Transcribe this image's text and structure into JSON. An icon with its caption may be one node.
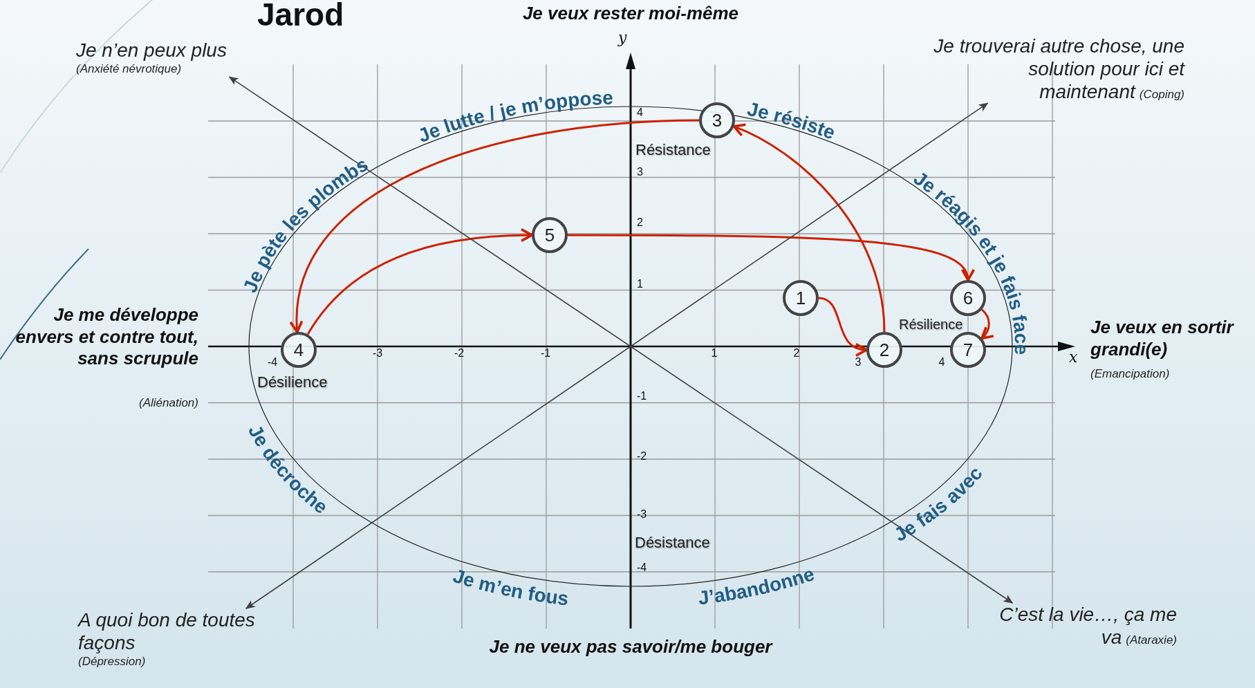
{
  "diagram": {
    "title": "Jarod",
    "nodes": [
      {
        "text": [
          "Je n’en peux plus",
          "(Anxiété névrotique)"
        ]
      },
      {
        "text": [
          "Je trouverai autre chose, une solution pour ici et maintenant",
          "(Coping)"
        ]
      },
      {
        "text": [
          "3"
        ]
      },
      {
        "text": [
          "5"
        ]
      },
      {
        "text": [
          "1"
        ]
      },
      {
        "text": [
          "6"
        ]
      },
      {
        "text": [
          "4"
        ]
      },
      {
        "text": [
          "2"
        ]
      },
      {
        "text": [
          "7"
        ]
      },
      {
        "text": [
          "A quoi bon de toutes façons",
          "(Dépression)"
        ]
      },
      {
        "text": [
          "C’est la vie…, ça me va",
          "(Ataraxie)"
        ]
      }
    ],
    "edges": [
      {
        "from": 4,
        "to": 7,
        "arrow": "to"
      },
      {
        "from": 7,
        "to": 2,
        "arrow": "to"
      },
      {
        "from": 2,
        "to": 6,
        "arrow": "to"
      },
      {
        "from": 6,
        "to": 3,
        "arrow": "to"
      },
      {
        "from": 3,
        "to": 5,
        "arrow": "to"
      },
      {
        "from": 5,
        "to": 8,
        "arrow": "to"
      },
      {
        "from": 0,
        "to": 10,
        "arrow": "both",
        "color": "#404040"
      },
      {
        "from": 1,
        "to": 9,
        "arrow": "both",
        "color": "#404040"
      }
    ],
    "labels": [
      "Je veux rester moi-même",
      "y",
      "Je pète les plombs",
      "Je lutte / je m’oppose",
      "Je résiste",
      "Résistance",
      "Je réagis et je fais face",
      "Je me développe envers et contre tout, sans scrupule",
      "(Aliénation)",
      "Désilience",
      "Résilience",
      "x",
      "Je veux en sortir grandi(e)",
      "(Emancipation)",
      "Je décroche",
      "Je fais avec",
      "Désistance",
      "Je m’en fous",
      "J’abandonne",
      "Je ne veux pas savoir/me bouger",
      "4",
      "3",
      "2",
      "1",
      "-4",
      "-3",
      "-2",
      "-1",
      "1",
      "2",
      "3",
      "4",
      "-1",
      "-2",
      "-3",
      "-4"
    ]
  }
}
